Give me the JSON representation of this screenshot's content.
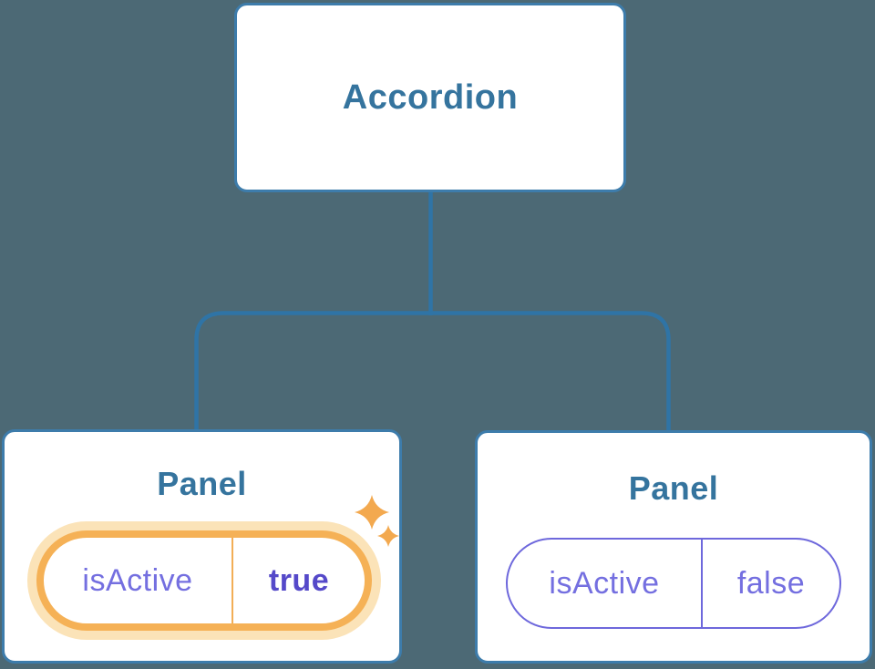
{
  "diagram": {
    "root_node": {
      "label": "Accordion"
    },
    "panel_nodes": [
      {
        "title": "Panel",
        "state": {
          "key": "isActive",
          "value": "true"
        },
        "highlighted": true,
        "icon": "sparkles-icon"
      },
      {
        "title": "Panel",
        "state": {
          "key": "isActive",
          "value": "false"
        },
        "highlighted": false
      }
    ],
    "colors": {
      "background": "#4C6975",
      "connector": "#2F74A6",
      "node_border": "#3D7CAB",
      "node_title": "#35749E",
      "state_text": "#746FE0",
      "state_text_bold": "#5549C9",
      "state_pill_border": "#6E68DC",
      "highlight_ring": "#F5B156",
      "highlight_halo": "#FBE3B8",
      "highlight_divider": "#F2AE56",
      "sparkle": "#F3A94F"
    }
  }
}
